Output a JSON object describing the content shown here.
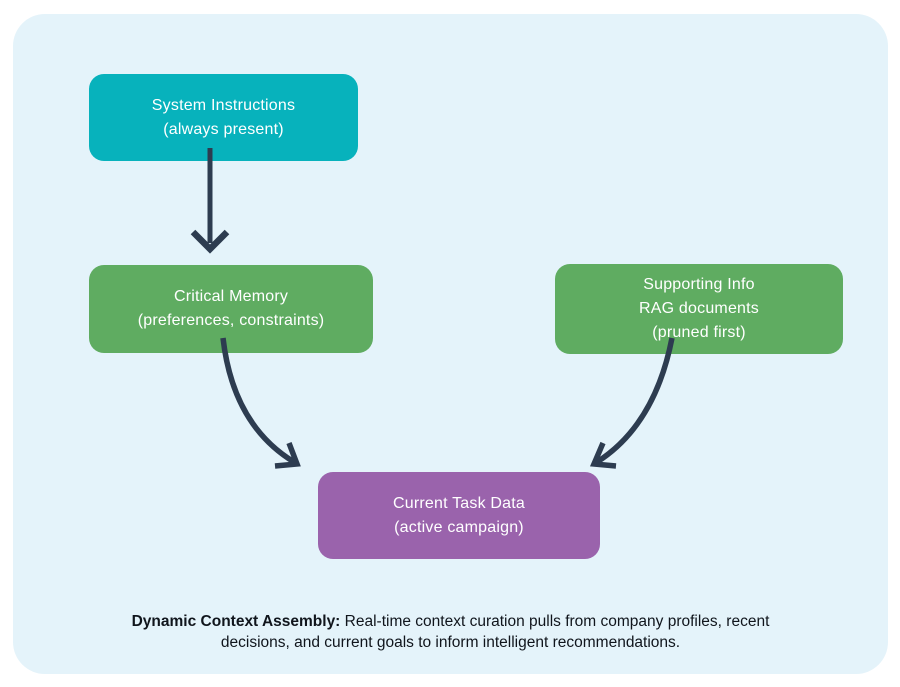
{
  "diagram": {
    "nodes": [
      {
        "id": "system-instructions",
        "lines": [
          "System Instructions",
          "(always present)"
        ],
        "color": "#07b2bc"
      },
      {
        "id": "critical-memory",
        "lines": [
          "Critical Memory",
          "(preferences, constraints)"
        ],
        "color": "#5fac61"
      },
      {
        "id": "supporting-info",
        "lines": [
          "Supporting Info",
          "RAG documents",
          "(pruned first)"
        ],
        "color": "#5fac61"
      },
      {
        "id": "current-task-data",
        "lines": [
          "Current Task Data",
          "(active campaign)"
        ],
        "color": "#9a63ac"
      }
    ],
    "edges": [
      {
        "from": "system-instructions",
        "to": "critical-memory"
      },
      {
        "from": "critical-memory",
        "to": "current-task-data"
      },
      {
        "from": "supporting-info",
        "to": "current-task-data"
      }
    ],
    "caption": {
      "title": "Dynamic Context Assembly:",
      "body": " Real-time context curation pulls from company profiles, recent decisions, and current goals to inform intelligent recommendations."
    },
    "colors": {
      "background": "#e4f3fa",
      "teal": "#07b2bc",
      "green": "#5fac61",
      "purple": "#9a63ac",
      "arrow": "#2d3c50",
      "caption_text": "#10151c"
    }
  }
}
